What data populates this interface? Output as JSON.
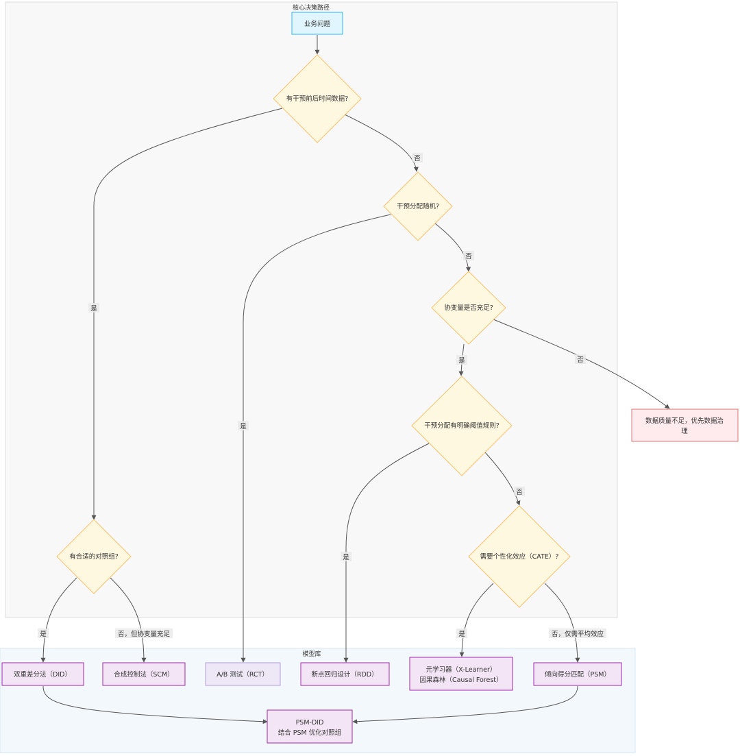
{
  "clusters": {
    "core_path": {
      "title": "核心决策路径"
    },
    "model_library": {
      "title": "模型库"
    }
  },
  "nodes": {
    "business_problem": "业务问题",
    "q_time_data": "有干预前后时间数据?",
    "q_random": "干预分配随机?",
    "q_covariates": "协变量是否充足?",
    "q_threshold": "干预分配有明确阈值规则?",
    "q_cate": "需要个性化效应（CATE）?",
    "q_control_group": "有合适的对照组?",
    "data_quality": [
      "数据质量不足，优先数据治",
      "理"
    ],
    "did": "双重差分法（DID）",
    "scm": "合成控制法（SCM）",
    "ab_test": "A/B 测试（RCT）",
    "rdd": "断点回归设计（RDD）",
    "meta_learner": [
      "元学习器（X-Learner）",
      "因果森林（Causal Forest）"
    ],
    "psm": "倾向得分匹配（PSM）",
    "psm_did": [
      "PSM-DID",
      "结合 PSM 优化对照组"
    ]
  },
  "edge_labels": {
    "time_no": "否",
    "time_yes": "是",
    "random_yes": "是",
    "random_no": "否",
    "cov_yes": "是",
    "cov_no": "否",
    "thr_yes": "是",
    "thr_no": "否",
    "cate_yes": "是",
    "cate_no": "否，仅需平均效应",
    "ctrl_yes": "是",
    "ctrl_no": "否，但协变量充足"
  },
  "colors": {
    "start_fill": "#e1f5fe",
    "start_stroke": "#29b6f6",
    "decision_fill": "#fff8e1",
    "decision_stroke": "#f6c26b",
    "model_fill": "#f3e5f5",
    "model_stroke": "#9c27b0",
    "ab_fill": "#ede7f6",
    "ab_stroke": "#b39ddb",
    "warning_fill": "#ffebee",
    "warning_stroke": "#e57373",
    "core_bg": "#f8f8f8",
    "library_bg": "#f3f8fc"
  }
}
